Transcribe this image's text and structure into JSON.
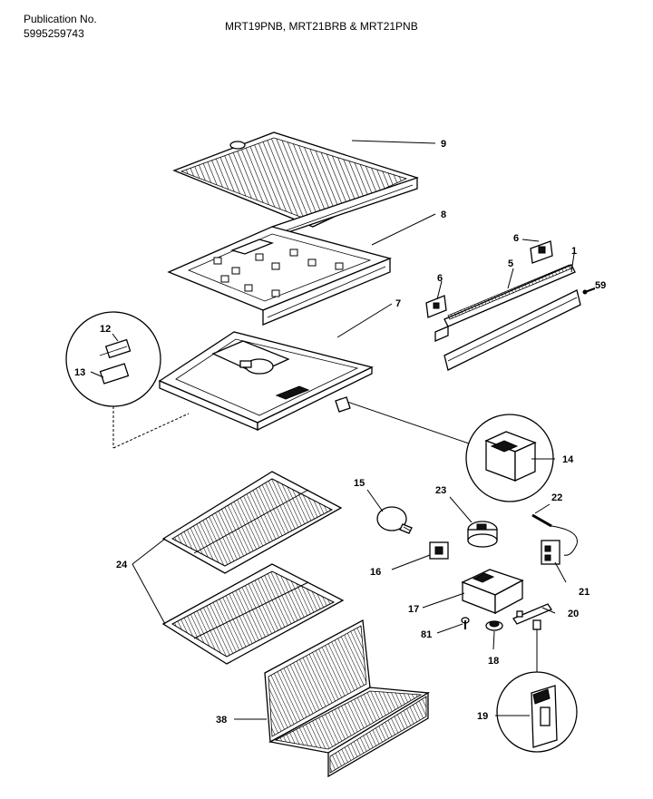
{
  "header": {
    "publication_label": "Publication No.",
    "publication_number": "5995259743",
    "models": "MRT19PNB, MRT21BRB & MRT21PNB"
  },
  "callouts": {
    "p9": "9",
    "p8": "8",
    "p7": "7",
    "p6a": "6",
    "p6b": "6",
    "p5": "5",
    "p1": "1",
    "p59": "59",
    "p12": "12",
    "p13": "13",
    "p14": "14",
    "p15": "15",
    "p23": "23",
    "p22": "22",
    "p16": "16",
    "p21": "21",
    "p17": "17",
    "p20": "20",
    "p81": "81",
    "p18": "18",
    "p24": "24",
    "p38": "38",
    "p19": "19"
  }
}
